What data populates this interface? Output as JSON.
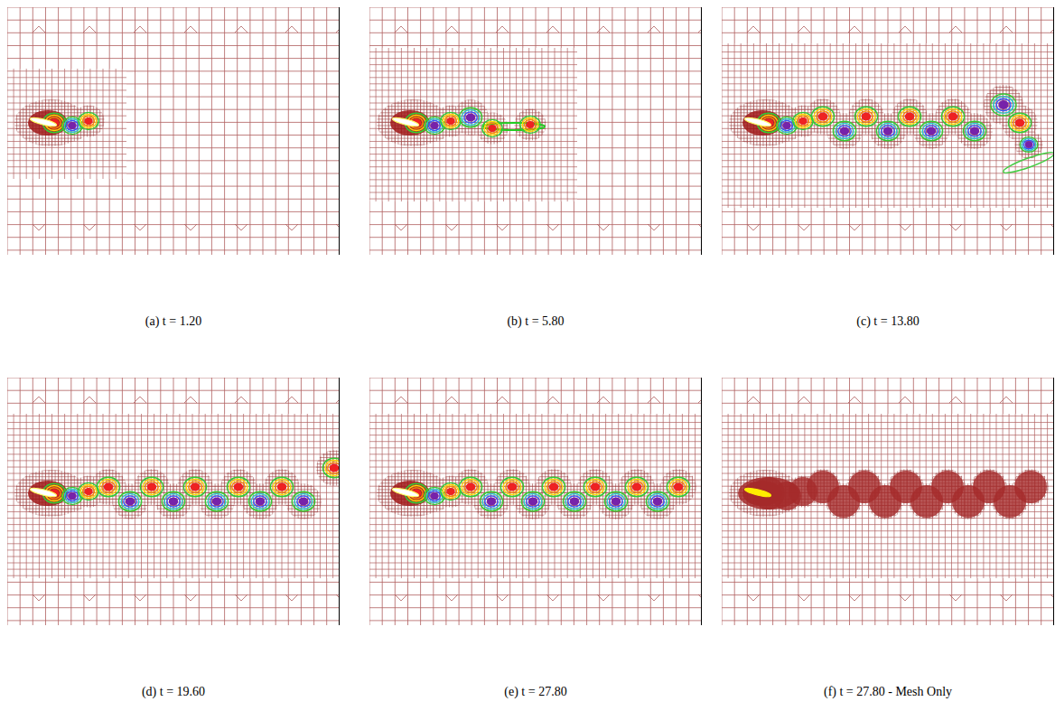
{
  "diagram": {
    "labels": [
      "(a) t = 1.20",
      "(b) t = 5.80",
      "(c) t = 13.80",
      "(d) t = 19.60",
      "(e) t = 27.80",
      "(f) t = 27.80 - Mesh Only"
    ]
  }
}
